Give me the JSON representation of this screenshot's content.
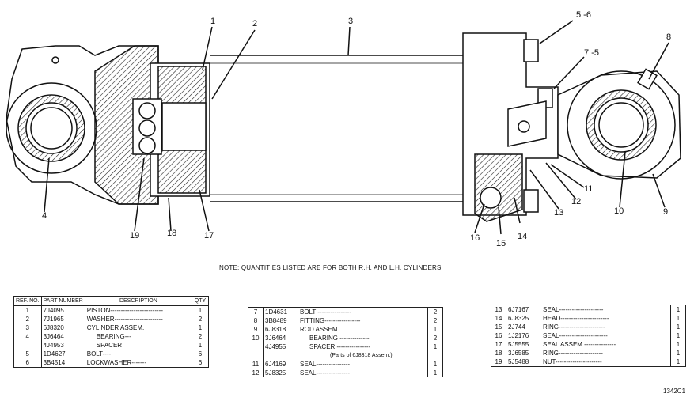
{
  "callouts": [
    "1",
    "2",
    "3",
    "5 -6",
    "7 -5",
    "8",
    "9",
    "10",
    "11",
    "12",
    "13",
    "14",
    "15",
    "16",
    "17",
    "18",
    "19",
    "4"
  ],
  "note": "NOTE: QUANTITIES LISTED ARE FOR BOTH R.H. AND L.H. CYLINDERS",
  "table1": {
    "headers": {
      "ref": "REF. NO.",
      "part": "PART NUMBER",
      "desc": "DESCRIPTION",
      "qty": "QTY"
    },
    "rows": [
      {
        "ref": "1",
        "part": "7J4095",
        "desc": "PISTON-------------------------",
        "qty": "1"
      },
      {
        "ref": "2",
        "part": "7J1965",
        "desc": "WASHER-----------------------",
        "qty": "2"
      },
      {
        "ref": "3",
        "part": "6J8320",
        "desc": "CYLINDER ASSEM.",
        "qty": "1"
      },
      {
        "ref": "4",
        "part": "3J6464",
        "desc": "BEARING---",
        "qty": "2"
      },
      {
        "ref": "",
        "part": "4J4953",
        "desc": "SPACER",
        "qty": "1"
      },
      {
        "ref": "5",
        "part": "1D4627",
        "desc": "BOLT----",
        "qty": "6"
      },
      {
        "ref": "6",
        "part": "3B4514",
        "desc": "LOCKWASHER-------",
        "qty": "6"
      }
    ]
  },
  "table2": {
    "rows": [
      {
        "ref": "7",
        "part": "1D4631",
        "desc": "BOLT ----------------",
        "qty": "2"
      },
      {
        "ref": "8",
        "part": "3B8489",
        "desc": "FITTING-----------------",
        "qty": "2"
      },
      {
        "ref": "9",
        "part": "6J8318",
        "desc": "ROD ASSEM.",
        "qty": "1"
      },
      {
        "ref": "10",
        "part": "3J6464",
        "desc": "BEARING --------------",
        "qty": "2"
      },
      {
        "ref": "",
        "part": "4J4955",
        "desc": "SPACER ----------------",
        "qty": "1"
      },
      {
        "ref": "",
        "part": "",
        "desc": "(Parts of 6J8318 Assem.)",
        "qty": ""
      },
      {
        "ref": "11",
        "part": "6J4169",
        "desc": "SEAL----------------",
        "qty": "1"
      },
      {
        "ref": "12",
        "part": "5J8325",
        "desc": "SEAL----------------",
        "qty": "1"
      }
    ]
  },
  "table3": {
    "rows": [
      {
        "ref": "13",
        "part": "6J7167",
        "desc": "SEAL---------------------",
        "qty": "1"
      },
      {
        "ref": "14",
        "part": "6J8325",
        "desc": "HEAD-----------------------",
        "qty": "1"
      },
      {
        "ref": "15",
        "part": "2J744",
        "desc": "RING----------------------",
        "qty": "1"
      },
      {
        "ref": "16",
        "part": "1J2176",
        "desc": "SEAL-----------------------",
        "qty": "1"
      },
      {
        "ref": "17",
        "part": "5J5555",
        "desc": "SEAL ASSEM.---------------",
        "qty": "1"
      },
      {
        "ref": "18",
        "part": "3J6585",
        "desc": "RING---------------------",
        "qty": "1"
      },
      {
        "ref": "19",
        "part": "5J5488",
        "desc": "NUT----------------------",
        "qty": "1"
      }
    ]
  },
  "drawing_number": "1342C1"
}
